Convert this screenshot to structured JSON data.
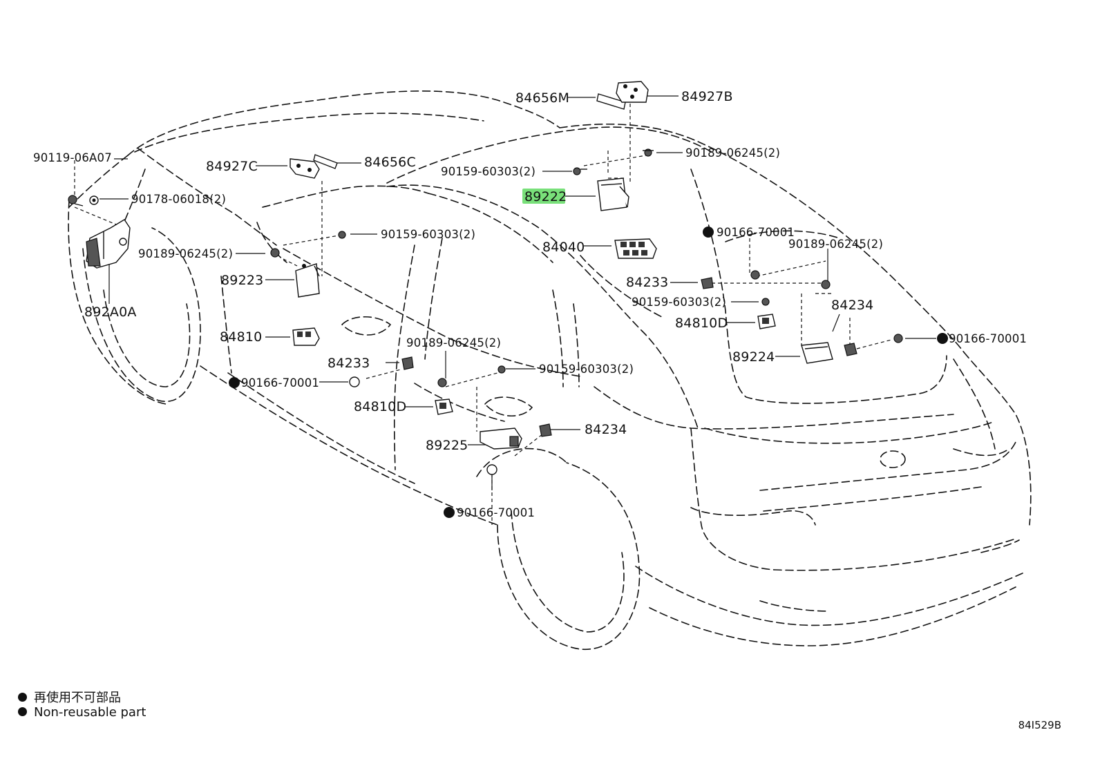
{
  "parts": {
    "p84656M": "84656M",
    "p84927B": "84927B",
    "p84927C": "84927C",
    "p84656C": "84656C",
    "p90119": "90119-06A07",
    "p90178": "90178-06018(2)",
    "p90189_top": "90189-06245(2)",
    "p90159_top": "90159-60303(2)",
    "p89222": "89222",
    "p90159_mid": "90159-60303(2)",
    "p90189_left": "90189-06245(2)",
    "p84040": "84040",
    "p90166_r1": "90166-70001",
    "p90189_r": "90189-06245(2)",
    "p89223": "89223",
    "p892A0A": "892A0A",
    "p84233_r": "84233",
    "p90159_r": "90159-60303(2)",
    "p84234_r": "84234",
    "p84810D_r": "84810D",
    "p84810": "84810",
    "p90166_r2": "90166-70001",
    "p89224": "89224",
    "p90189_mid": "90189-06245(2)",
    "p84233_l": "84233",
    "p90159_low": "90159-60303(2)",
    "p90166_l": "90166-70001",
    "p84810D_l": "84810D",
    "p84234_l": "84234",
    "p89225": "89225",
    "p90166_b": "90166-70001"
  },
  "highlighted_part": "89222",
  "highlight_color": "#79e07a",
  "legend": {
    "jp": "再使用不可部品",
    "en": "Non-reusable part"
  },
  "diagram_code": "84I529B"
}
